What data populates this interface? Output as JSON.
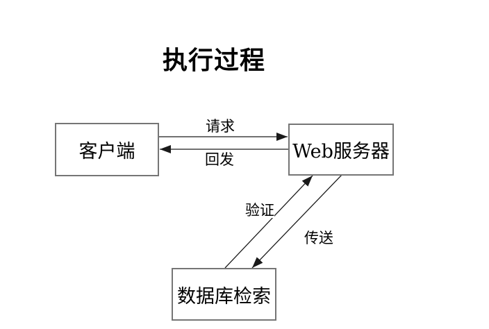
{
  "title": "执行过程",
  "nodes": {
    "client": {
      "label": "客户端"
    },
    "web_server": {
      "label": "Web服务器"
    },
    "database": {
      "label": "数据库检索"
    }
  },
  "edges": {
    "request": {
      "label": "请求",
      "from": "client",
      "to": "web_server"
    },
    "postback": {
      "label": "回发",
      "from": "web_server",
      "to": "client"
    },
    "verify": {
      "label": "验证",
      "from": "database",
      "to": "web_server"
    },
    "transfer": {
      "label": "传送",
      "from": "web_server",
      "to": "database"
    }
  },
  "colors": {
    "background": "#ffffff",
    "text": "#000000",
    "box_border": "#757575",
    "arrow": "#1a1a1a"
  }
}
